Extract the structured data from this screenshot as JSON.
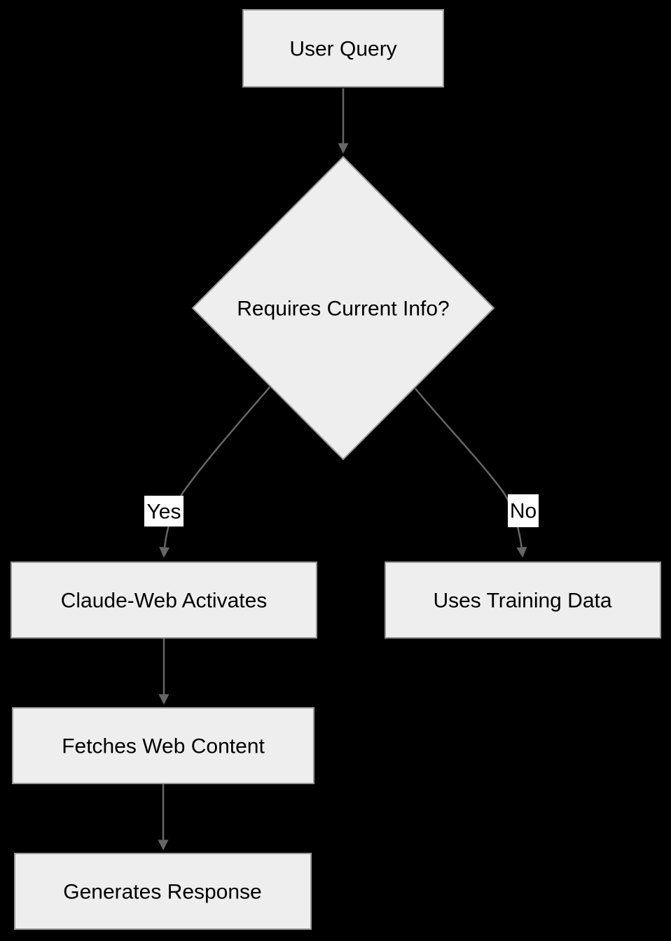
{
  "diagram": {
    "type": "flowchart",
    "direction": "top-down",
    "colors": {
      "background": "#000000",
      "node_fill": "#eeeeee",
      "node_stroke": "#999999",
      "edge_stroke": "#666666",
      "edge_label_bg": "#ffffff",
      "text": "#000000"
    },
    "nodes": {
      "user_query": {
        "label": "User Query",
        "shape": "rect"
      },
      "requires_current_info": {
        "label": "Requires Current Info?",
        "shape": "diamond"
      },
      "claude_web_activates": {
        "label": "Claude-Web Activates",
        "shape": "rect"
      },
      "fetches_web_content": {
        "label": "Fetches Web Content",
        "shape": "rect"
      },
      "generates_response": {
        "label": "Generates Response",
        "shape": "rect"
      },
      "uses_training_data": {
        "label": "Uses Training Data",
        "shape": "rect"
      }
    },
    "edges": [
      {
        "from": "user_query",
        "to": "requires_current_info",
        "label": ""
      },
      {
        "from": "requires_current_info",
        "to": "claude_web_activates",
        "label": "Yes"
      },
      {
        "from": "requires_current_info",
        "to": "uses_training_data",
        "label": "No"
      },
      {
        "from": "claude_web_activates",
        "to": "fetches_web_content",
        "label": ""
      },
      {
        "from": "fetches_web_content",
        "to": "generates_response",
        "label": ""
      }
    ]
  }
}
